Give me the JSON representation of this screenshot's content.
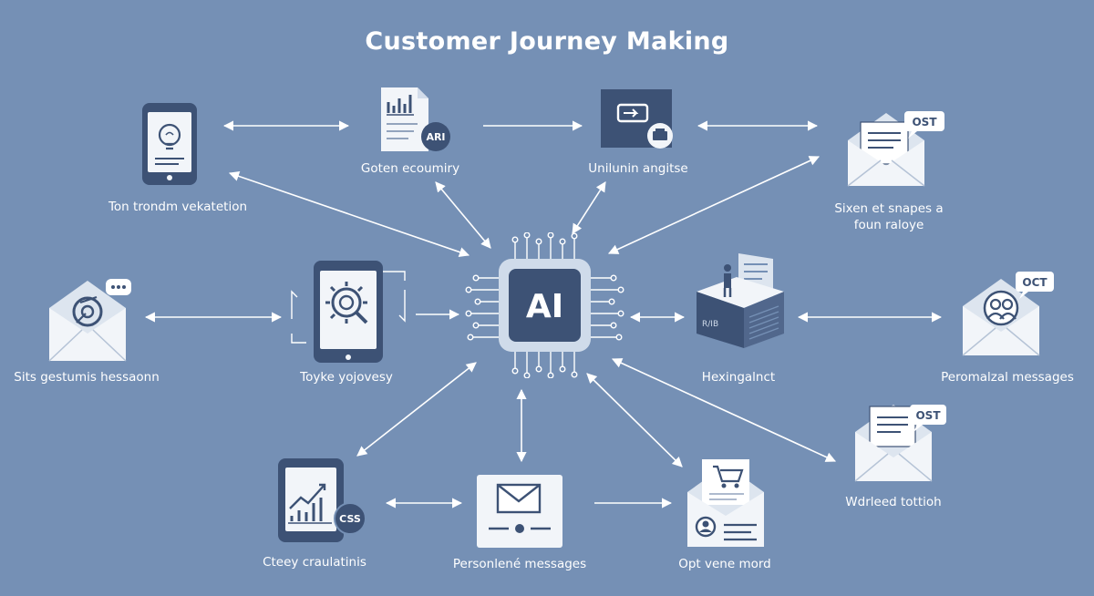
{
  "title": "Customer Journey Making",
  "hub": {
    "label": "AI"
  },
  "colors": {
    "background": "#7590b5",
    "dark": "#3d5275",
    "light": "#f2f5f9",
    "line": "#ffffff"
  },
  "nodes": [
    {
      "id": "n1",
      "label": "Ton trondm vekatetion",
      "icon": "phone-lightbulb-icon"
    },
    {
      "id": "n2",
      "label": "Goten ecoumiry",
      "icon": "document-chart-icon",
      "badge": "ARI"
    },
    {
      "id": "n3",
      "label": "Unilunin angitse",
      "icon": "monitor-icon"
    },
    {
      "id": "n4",
      "label": "Sixen et snapes a\nfoun raloye",
      "icon": "envelope-icon",
      "badge": "OST"
    },
    {
      "id": "n5",
      "label": "Sits gestumis hessaonn",
      "icon": "envelope-target-icon"
    },
    {
      "id": "n6",
      "label": "Toyke yojovesy",
      "icon": "phone-gear-icon"
    },
    {
      "id": "n7",
      "label": "Hexingalnct",
      "icon": "platform-person-icon"
    },
    {
      "id": "n8",
      "label": "Peromalzal messages",
      "icon": "envelope-people-icon",
      "badge": "OCT"
    },
    {
      "id": "n9",
      "label": "Wdrleed tottioh",
      "icon": "envelope-letter-icon",
      "badge": "OST"
    },
    {
      "id": "n10",
      "label": "Cteey craulatinis",
      "icon": "tablet-chart-icon",
      "badge": "CSS"
    },
    {
      "id": "n11",
      "label": "Personlené messages",
      "icon": "card-mail-icon"
    },
    {
      "id": "n12",
      "label": "Opt vene mord",
      "icon": "envelope-cart-icon"
    }
  ]
}
